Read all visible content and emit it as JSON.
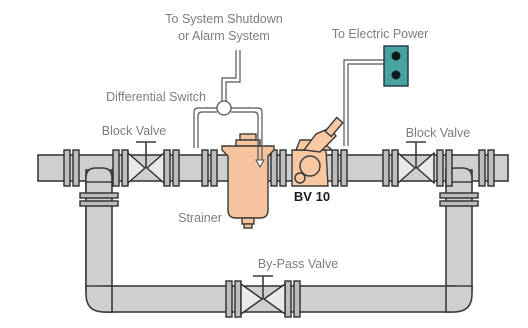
{
  "labels": {
    "shutdown_line1": "To System Shutdown",
    "shutdown_line2": "or Alarm System",
    "electric_power": "To Electric Power",
    "differential_switch": "Differential Switch",
    "block_valve_left": "Block Valve",
    "block_valve_right": "Block Valve",
    "strainer": "Strainer",
    "bv": "BV 10",
    "bypass_valve": "By-Pass Valve"
  },
  "colors": {
    "pipe": "#cfcfcf",
    "outline": "#3a3a3a",
    "strainer": "#f5c49c",
    "power_box": "#49a3a0",
    "label_gray": "#7d7d7d"
  }
}
